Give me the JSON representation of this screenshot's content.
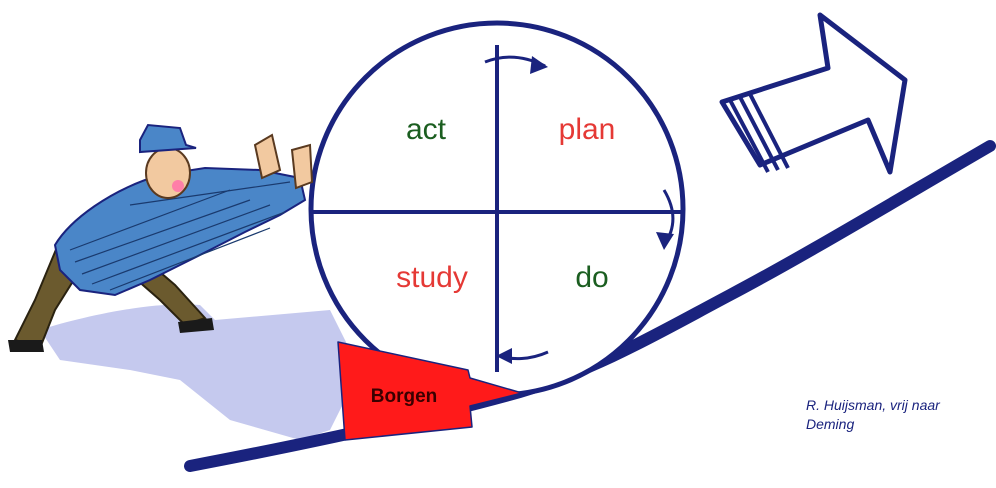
{
  "cycle": {
    "quadrants": {
      "act": {
        "label": "act",
        "color": "#1b5e20"
      },
      "plan": {
        "label": "plan",
        "color": "#e53935"
      },
      "study": {
        "label": "study",
        "color": "#e53935"
      },
      "do": {
        "label": "do",
        "color": "#1b5e20"
      }
    },
    "circle_color": "#1a237e"
  },
  "wedge": {
    "label": "Borgen",
    "fill": "#ff1a1a",
    "text_color": "#3a0000"
  },
  "slope": {
    "color": "#1a237e"
  },
  "arrow": {
    "color": "#1a237e",
    "icon": "forward-arrow-icon"
  },
  "figure": {
    "icon": "pushing-man-icon",
    "coat_color": "#4a86c8",
    "shadow_color": "#c5c9ee"
  },
  "credit": {
    "line1": "R. Huijsman, vrij naar",
    "line2": "Deming"
  }
}
